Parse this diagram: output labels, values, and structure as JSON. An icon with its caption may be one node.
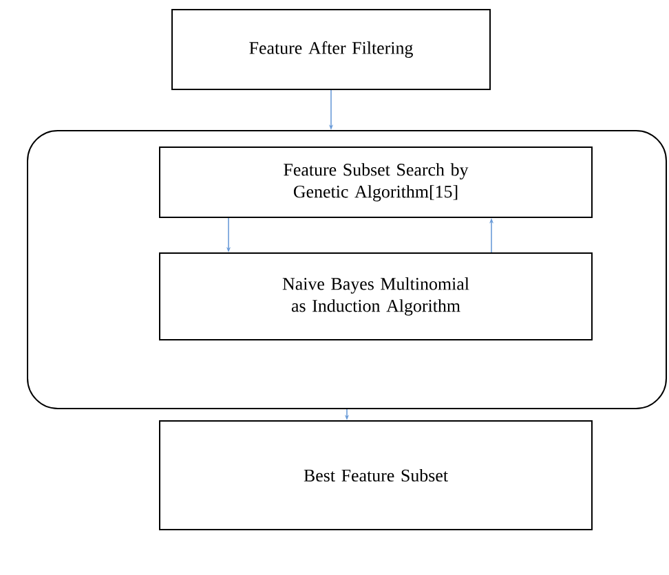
{
  "diagram": {
    "nodes": [
      {
        "text": [
          "Feature After Filtering"
        ]
      },
      {
        "text": [],
        "shape": "box"
      },
      {
        "text": [
          "Feature Subset Search by Genetic Algorithm[15]"
        ],
        "in": 1
      },
      {
        "text": [
          "Naive Bayes Multinomial as Induction Algorithm"
        ],
        "in": 1
      },
      {
        "text": [
          "Best Feature Subset"
        ]
      }
    ],
    "edges": [
      {
        "from": 0,
        "to": 1,
        "arrow": "to"
      },
      {
        "from": 2,
        "to": 3,
        "arrow": "to"
      },
      {
        "from": 3,
        "to": 2,
        "arrow": "to"
      },
      {
        "from": 1,
        "to": 4,
        "arrow": "to"
      }
    ]
  }
}
